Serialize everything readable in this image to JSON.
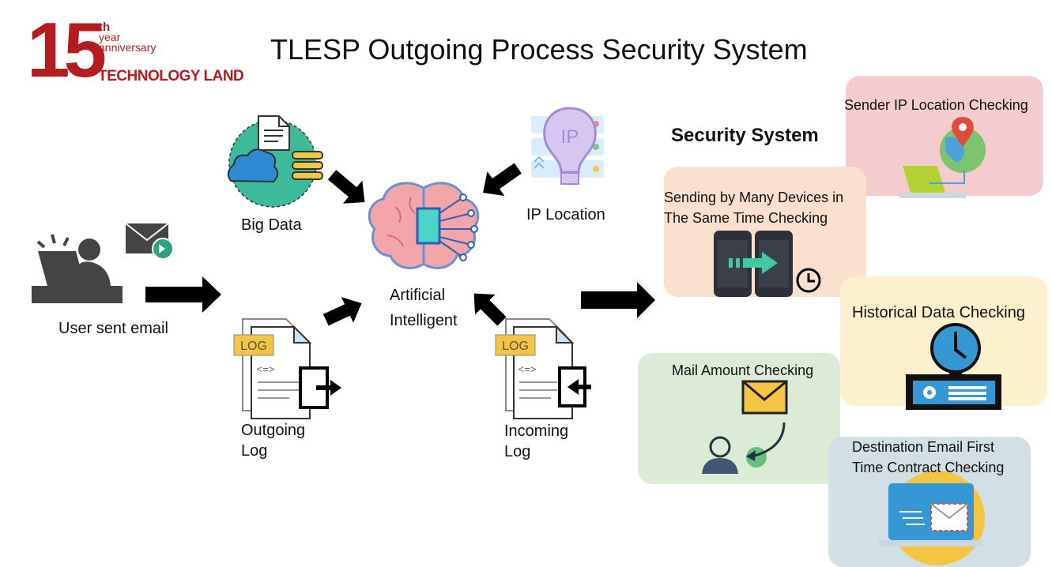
{
  "logo": {
    "number": "15",
    "superscript": "th",
    "line1": "year",
    "line2": "anniversary",
    "brand": "TECHNOLOGY LAND"
  },
  "title": "TLESP Outgoing Process Security System",
  "nodes": {
    "user": "User sent email",
    "big_data": "Big Data",
    "ip_location": "IP Location",
    "ai_line1": "Artificial",
    "ai_line2": "Intelligent",
    "outgoing_line1": "Outgoing",
    "outgoing_line2": "Log",
    "incoming_line1": "Incoming",
    "incoming_line2": "Log",
    "log_tag": "LOG",
    "ip_tag": "IP"
  },
  "security": {
    "heading": "Security System",
    "checks": {
      "sender_ip": "Sender IP Location Checking",
      "devices_line1": "Sending by Many Devices in",
      "devices_line2": "The Same Time Checking",
      "historical": "Historical Data Checking",
      "mail_amount": "Mail Amount Checking",
      "destination_line1": "Destination Email First",
      "destination_line2": "Time Contract Checking"
    }
  },
  "colors": {
    "brand_red": "#b51c20",
    "box_pink": "#f5cccd",
    "box_peach": "#fbe1cd",
    "box_yellow": "#fdf0cc",
    "box_green": "#dbebd5",
    "box_blue": "#d2dfe4",
    "arrow": "#000000"
  }
}
